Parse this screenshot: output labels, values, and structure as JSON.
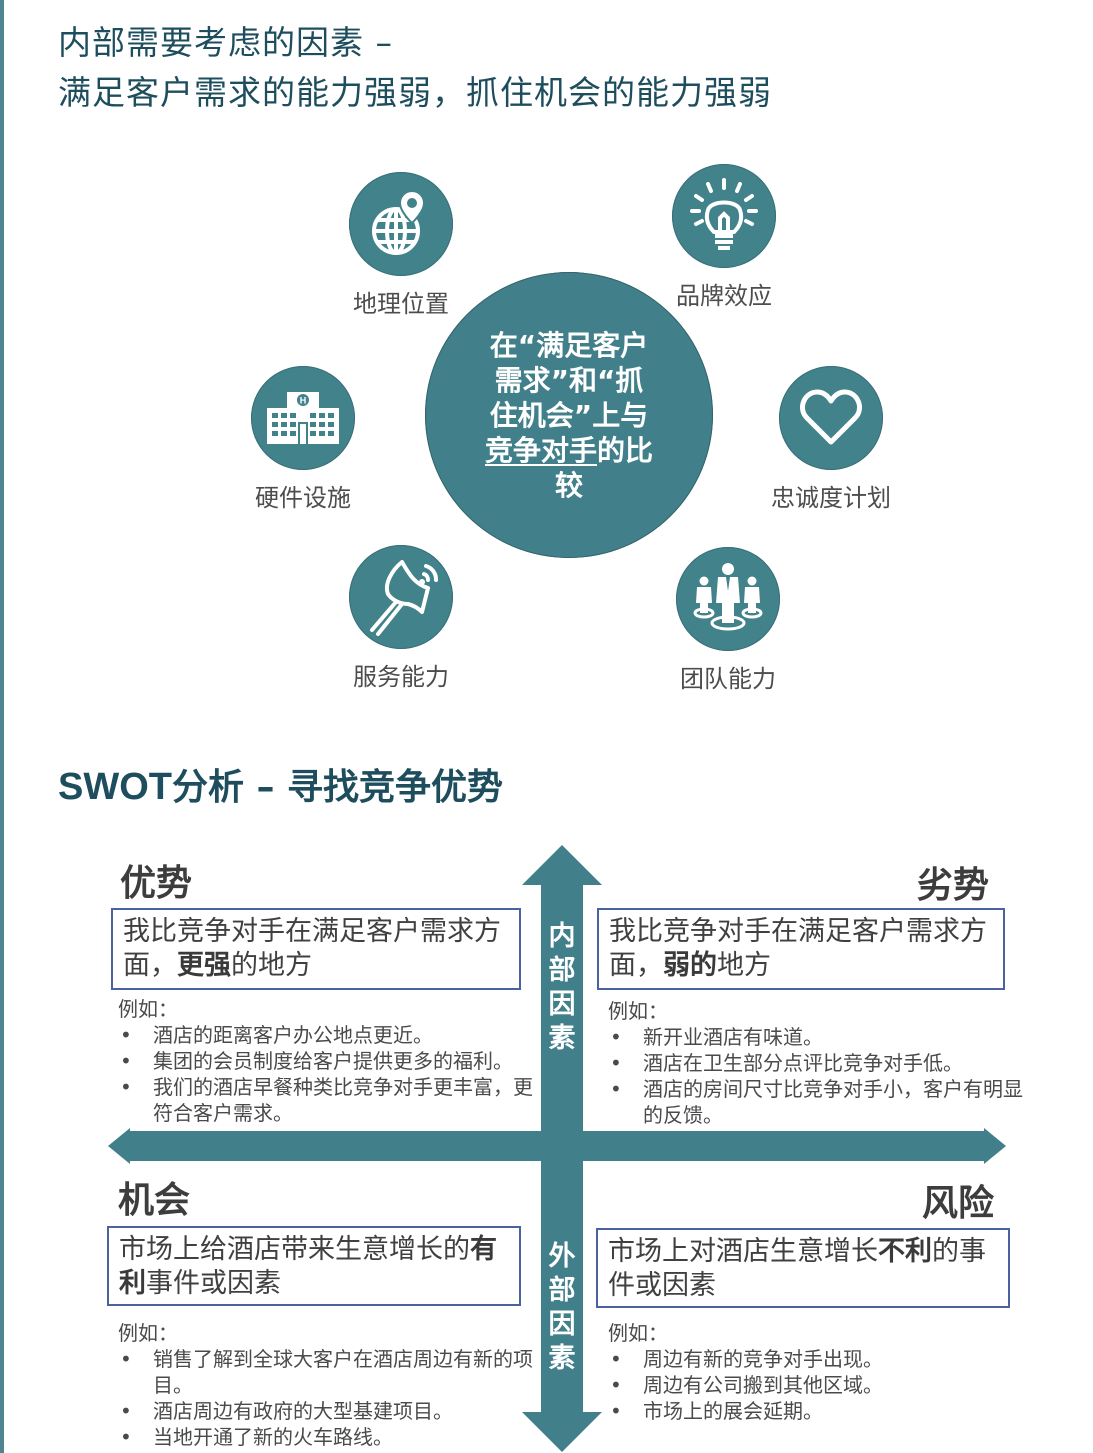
{
  "header": {
    "title_line1": "内部需要考虑的因素 –",
    "title_line2": "满足客户需求的能力强弱，抓住机会的能力强弱"
  },
  "hub": {
    "line1": "在“满足客户",
    "line2": "需求”和“抓",
    "line3": "住机会”上与",
    "line4_underlined": "竞争对手",
    "line4_rest": "的比",
    "line5": "较"
  },
  "factors": [
    {
      "label": "地理位置",
      "icon": "globe-pin-icon"
    },
    {
      "label": "品牌效应",
      "icon": "lightbulb-icon"
    },
    {
      "label": "硬件设施",
      "icon": "hotel-building-icon"
    },
    {
      "label": "忠诚度计划",
      "icon": "heart-icon"
    },
    {
      "label": "服务能力",
      "icon": "service-bell-icon"
    },
    {
      "label": "团队能力",
      "icon": "team-people-icon"
    }
  ],
  "swot": {
    "title_latin": "SWOT",
    "title_rest": "分析 – 寻找竞争优势",
    "axis_internal": [
      "内",
      "部",
      "因",
      "素"
    ],
    "axis_external": [
      "外",
      "部",
      "因",
      "素"
    ],
    "colors": {
      "accent": "#41808a",
      "title": "#1e4e5e",
      "box_border": "#4a62a0"
    },
    "strengths": {
      "title": "优势",
      "box_pre": "我比竞争对手在满足客户需求方面，",
      "box_bold": "更强",
      "box_post": "的地方",
      "eg_title": "例如：",
      "items": [
        "酒店的距离客户办公地点更近。",
        "集团的会员制度给客户提供更多的福利。",
        "我们的酒店早餐种类比竞争对手更丰富，更符合客户需求。"
      ]
    },
    "weaknesses": {
      "title": "劣势",
      "box_pre": "我比竞争对手在满足客户需求方面，",
      "box_bold": "弱的",
      "box_post": "地方",
      "eg_title": "例如：",
      "items": [
        "新开业酒店有味道。",
        "酒店在卫生部分点评比竞争对手低。",
        "酒店的房间尺寸比竞争对手小，客户有明显的反馈。"
      ]
    },
    "opportunities": {
      "title": "机会",
      "box_pre": "市场上给酒店带来生意增长的",
      "box_bold": "有利",
      "box_post": "事件或因素",
      "eg_title": "例如：",
      "items": [
        "销售了解到全球大客户在酒店周边有新的项目。",
        "酒店周边有政府的大型基建项目。",
        "当地开通了新的火车路线。"
      ]
    },
    "threats": {
      "title": "风险",
      "box_pre": "市场上对酒店生意增长",
      "box_bold": "不利",
      "box_post": "的事件或因素",
      "eg_title": "例如：",
      "items": [
        "周边有新的竞争对手出现。",
        "周边有公司搬到其他区域。",
        "市场上的展会延期。"
      ]
    }
  }
}
